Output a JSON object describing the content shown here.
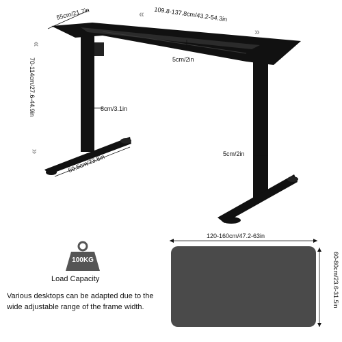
{
  "frame": {
    "top_depth": "55cm/21.7in",
    "width_range": "109.8-137.8cm/43.2-54.3in",
    "beam_gap": "5cm/2in",
    "height_range": "70-114cm/27.6-44.9in",
    "column_width": "8cm/3.1in",
    "foot_length": "60.5cm/23.8in",
    "foot_gap": "5cm/2in"
  },
  "desktop": {
    "width": "120-160cm/47.2-63in",
    "depth": "60-80cm/23.6-31.5in",
    "color": "#4a4a4a"
  },
  "load": {
    "weight_label": "100KG",
    "caption": "Load Capacity"
  },
  "note": "Various desktops can be adapted due to the wide adjustable range of the frame width."
}
